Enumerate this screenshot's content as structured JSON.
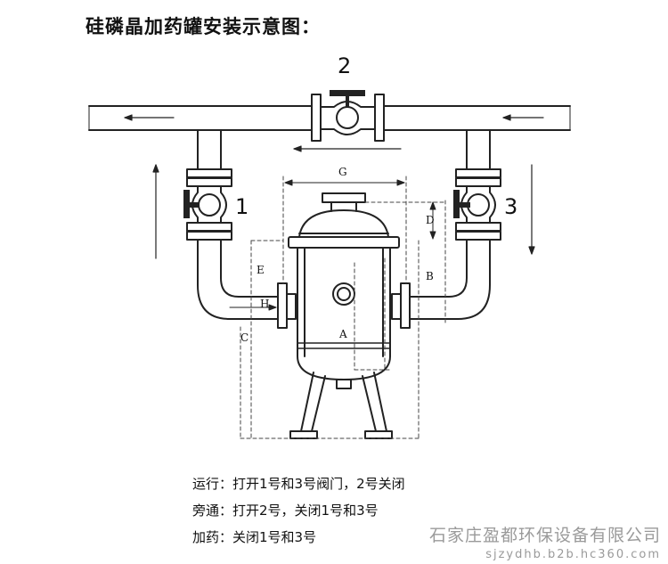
{
  "title": "硅磷晶加药罐安装示意图：",
  "valves": {
    "v1": "1",
    "v2": "2",
    "v3": "3"
  },
  "dimensions": {
    "A": "A",
    "B": "B",
    "C": "C",
    "D": "D",
    "E": "E",
    "G": "G",
    "H": "H"
  },
  "notes": [
    {
      "label": "运行：",
      "text": "打开1号和3号阀门，2号关闭"
    },
    {
      "label": "旁通：",
      "text": "打开2号，关闭1号和3号"
    },
    {
      "label": "加药：",
      "text": "关闭1号和3号"
    }
  ],
  "watermark": {
    "company": "石家庄盈都环保设备有限公司",
    "url": "sjzydhb.b2b.hc360.com"
  }
}
